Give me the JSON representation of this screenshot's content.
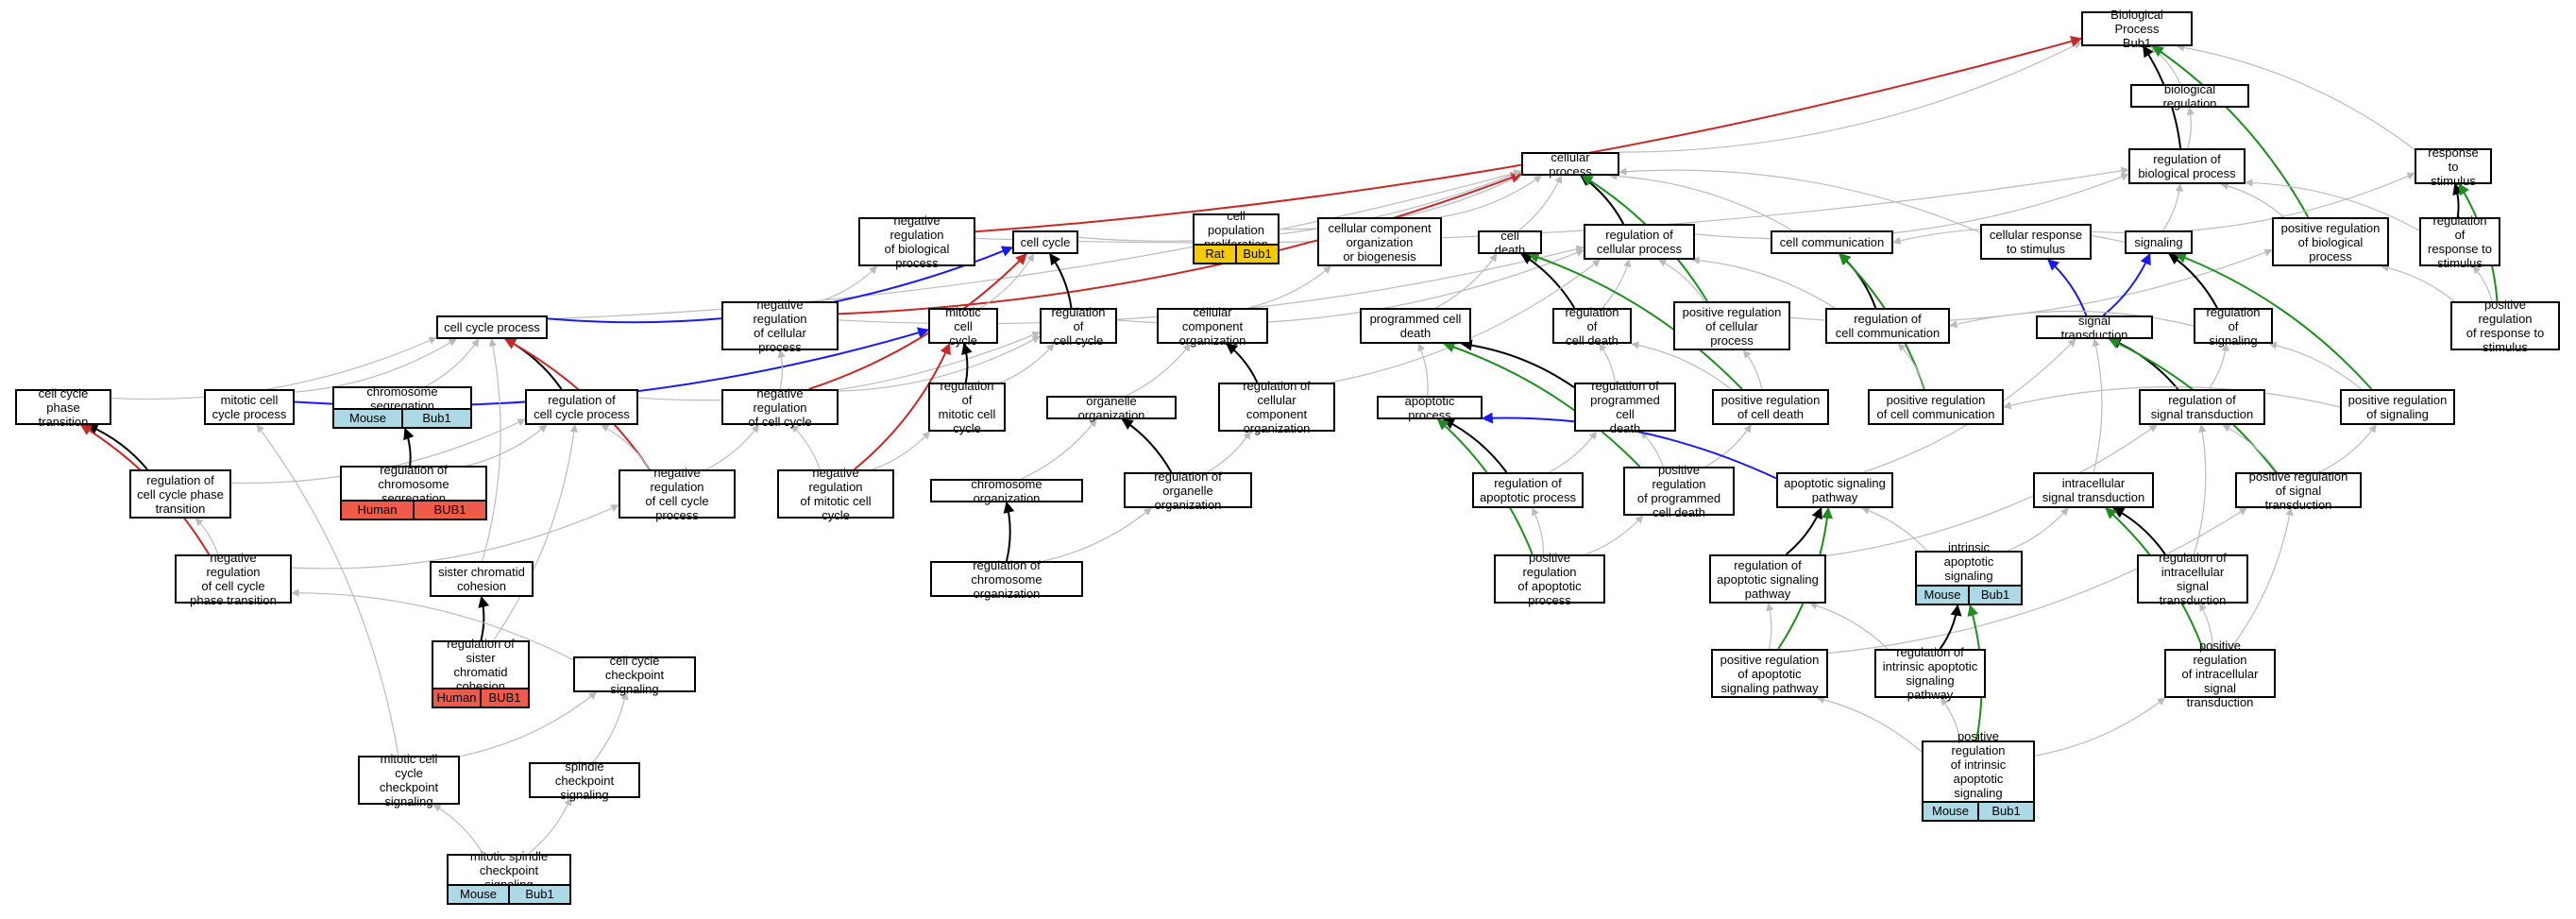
{
  "colors": {
    "is_a": "#bbbbbb",
    "regulates": "#000000",
    "negatively_regulates": "#c62828",
    "positively_regulates": "#1e8c1e",
    "part_of": "#1a1aee",
    "species_colors": {
      "Mouse": "#add8e6",
      "Human": "#ee5b49",
      "Rat": "#f7c900"
    }
  },
  "nodes": [
    {
      "id": "bp",
      "label": "Biological Process\nBub1"
    },
    {
      "id": "bioreg",
      "label": "biological regulation"
    },
    {
      "id": "regbp",
      "label": "regulation of\nbiological process"
    },
    {
      "id": "resp",
      "label": "response to\nstimulus"
    },
    {
      "id": "cellproc",
      "label": "cellular process"
    },
    {
      "id": "negregbp",
      "label": "negative regulation\nof biological\nprocess"
    },
    {
      "id": "cellcycle",
      "label": "cell cycle"
    },
    {
      "id": "cellpop",
      "label": "cell population\nproliferation",
      "tags": [
        "Rat",
        "Bub1"
      ]
    },
    {
      "id": "ccorg",
      "label": "cellular component\norganization\nor biogenesis"
    },
    {
      "id": "celldeath",
      "label": "cell death"
    },
    {
      "id": "regcellproc",
      "label": "regulation of\ncellular process"
    },
    {
      "id": "cellcomm",
      "label": "cell communication"
    },
    {
      "id": "cellresp",
      "label": "cellular response\nto stimulus"
    },
    {
      "id": "signaling",
      "label": "signaling"
    },
    {
      "id": "posregbp",
      "label": "positive regulation\nof biological\nprocess"
    },
    {
      "id": "regresp",
      "label": "regulation of\nresponse to\nstimulus"
    },
    {
      "id": "ccp",
      "label": "cell cycle process"
    },
    {
      "id": "negregcp",
      "label": "negative regulation\nof cellular\nprocess"
    },
    {
      "id": "mitcc",
      "label": "mitotic cell\ncycle"
    },
    {
      "id": "regcc",
      "label": "regulation of\ncell cycle"
    },
    {
      "id": "cco",
      "label": "cellular component\norganization"
    },
    {
      "id": "pcd",
      "label": "programmed cell\ndeath"
    },
    {
      "id": "regcd",
      "label": "regulation of\ncell death"
    },
    {
      "id": "posregcp",
      "label": "positive regulation\nof cellular\nprocess"
    },
    {
      "id": "regcomm",
      "label": "regulation of\ncell communication"
    },
    {
      "id": "sigtrans",
      "label": "signal transduction"
    },
    {
      "id": "regsig",
      "label": "regulation of\nsignaling"
    },
    {
      "id": "posregresp",
      "label": "positive regulation\nof response to\nstimulus"
    },
    {
      "id": "ccpt",
      "label": "cell cycle phase\ntransition"
    },
    {
      "id": "mitccp",
      "label": "mitotic cell\ncycle process"
    },
    {
      "id": "chrseg",
      "label": "chromosome segregation",
      "tags": [
        "Mouse",
        "Bub1"
      ]
    },
    {
      "id": "regccp",
      "label": "regulation of\ncell cycle process"
    },
    {
      "id": "negregcc",
      "label": "negative regulation\nof cell cycle"
    },
    {
      "id": "regmitcc",
      "label": "regulation of\nmitotic cell\ncycle"
    },
    {
      "id": "orgorg",
      "label": "organelle organization"
    },
    {
      "id": "regcco",
      "label": "regulation of\ncellular component\norganization"
    },
    {
      "id": "apop",
      "label": "apoptotic process"
    },
    {
      "id": "regpcd",
      "label": "regulation of\nprogrammed cell\ndeath"
    },
    {
      "id": "posregcd",
      "label": "positive regulation\nof cell death"
    },
    {
      "id": "posregcomm",
      "label": "positive regulation\nof cell communication"
    },
    {
      "id": "regst",
      "label": "regulation of\nsignal transduction"
    },
    {
      "id": "posregsig",
      "label": "positive regulation\nof signaling"
    },
    {
      "id": "regccpt",
      "label": "regulation of\ncell cycle phase\ntransition"
    },
    {
      "id": "regchrseg",
      "label": "regulation of\nchromosome segregation",
      "tags": [
        "Human",
        "BUB1"
      ]
    },
    {
      "id": "negregccp",
      "label": "negative regulation\nof cell cycle\nprocess"
    },
    {
      "id": "negregmitcc",
      "label": "negative regulation\nof mitotic cell\ncycle"
    },
    {
      "id": "chrorg",
      "label": "chromosome organization"
    },
    {
      "id": "regorgorg",
      "label": "regulation of\norganelle organization"
    },
    {
      "id": "regapop",
      "label": "regulation of\napoptotic process"
    },
    {
      "id": "posregpcd",
      "label": "positive regulation\nof programmed\ncell death"
    },
    {
      "id": "apopsig",
      "label": "apoptotic signaling\npathway"
    },
    {
      "id": "intsig",
      "label": "intracellular\nsignal transduction"
    },
    {
      "id": "posregst",
      "label": "positive regulation\nof signal transduction"
    },
    {
      "id": "negregccpt",
      "label": "negative regulation\nof cell cycle\nphase transition"
    },
    {
      "id": "scc",
      "label": "sister chromatid\ncohesion"
    },
    {
      "id": "regchrorg",
      "label": "regulation of\nchromosome organization"
    },
    {
      "id": "posregapop",
      "label": "positive regulation\nof apoptotic\nprocess"
    },
    {
      "id": "regapopsig",
      "label": "regulation of\napoptotic signaling\npathway"
    },
    {
      "id": "intapop",
      "label": "intrinsic apoptotic\nsignaling pathway",
      "tags": [
        "Mouse",
        "Bub1"
      ]
    },
    {
      "id": "regintsig",
      "label": "regulation of\nintracellular\nsignal transduction"
    },
    {
      "id": "regscc",
      "label": "regulation of\nsister chromatid\ncohesion",
      "tags": [
        "Human",
        "BUB1"
      ]
    },
    {
      "id": "cccs",
      "label": "cell cycle checkpoint\nsignaling"
    },
    {
      "id": "posregapopsig",
      "label": "positive regulation\nof apoptotic\nsignaling pathway"
    },
    {
      "id": "regintapop",
      "label": "regulation of\nintrinsic apoptotic\nsignaling pathway"
    },
    {
      "id": "posregintsig",
      "label": "positive regulation\nof intracellular\nsignal transduction"
    },
    {
      "id": "mitcccs",
      "label": "mitotic cell\ncycle checkpoint\nsignaling"
    },
    {
      "id": "spcs",
      "label": "spindle checkpoint\nsignaling"
    },
    {
      "id": "posregintapop",
      "label": "positive regulation\nof intrinsic\napoptotic signaling\npathway",
      "tags": [
        "Mouse",
        "Bub1"
      ]
    },
    {
      "id": "mitspcs",
      "label": "mitotic spindle\ncheckpoint signaling",
      "tags": [
        "Mouse",
        "Bub1"
      ]
    }
  ],
  "edges": [
    {
      "from": "bioreg",
      "to": "bp",
      "type": "is_a"
    },
    {
      "from": "regbp",
      "to": "bioreg",
      "type": "is_a"
    },
    {
      "from": "regbp",
      "to": "bp",
      "type": "regulates"
    },
    {
      "from": "resp",
      "to": "bp",
      "type": "is_a"
    },
    {
      "from": "cellproc",
      "to": "bp",
      "type": "is_a"
    },
    {
      "from": "negregbp",
      "to": "bp",
      "type": "negatively_regulates"
    },
    {
      "from": "negregbp",
      "to": "regbp",
      "type": "is_a"
    },
    {
      "from": "posregbp",
      "to": "bp",
      "type": "positively_regulates"
    },
    {
      "from": "posregbp",
      "to": "regbp",
      "type": "is_a"
    },
    {
      "from": "regresp",
      "to": "resp",
      "type": "regulates"
    },
    {
      "from": "regresp",
      "to": "regbp",
      "type": "is_a"
    },
    {
      "from": "posregresp",
      "to": "resp",
      "type": "positively_regulates"
    },
    {
      "from": "posregresp",
      "to": "regresp",
      "type": "is_a"
    },
    {
      "from": "posregresp",
      "to": "posregbp",
      "type": "is_a"
    },
    {
      "from": "cellcycle",
      "to": "cellproc",
      "type": "is_a"
    },
    {
      "from": "cellpop",
      "to": "cellproc",
      "type": "is_a"
    },
    {
      "from": "ccorg",
      "to": "cellproc",
      "type": "is_a"
    },
    {
      "from": "celldeath",
      "to": "cellproc",
      "type": "is_a"
    },
    {
      "from": "regcellproc",
      "to": "cellproc",
      "type": "regulates"
    },
    {
      "from": "regcellproc",
      "to": "regbp",
      "type": "is_a"
    },
    {
      "from": "cellcomm",
      "to": "cellproc",
      "type": "is_a"
    },
    {
      "from": "cellresp",
      "to": "cellproc",
      "type": "is_a"
    },
    {
      "from": "cellresp",
      "to": "resp",
      "type": "is_a"
    },
    {
      "from": "signaling",
      "to": "regbp",
      "type": "is_a"
    },
    {
      "from": "signaling",
      "to": "cellcomm",
      "type": "is_a"
    },
    {
      "from": "negregcp",
      "to": "cellproc",
      "type": "negatively_regulates"
    },
    {
      "from": "negregcp",
      "to": "regcellproc",
      "type": "is_a"
    },
    {
      "from": "negregcp",
      "to": "negregbp",
      "type": "is_a"
    },
    {
      "from": "posregcp",
      "to": "cellproc",
      "type": "positively_regulates"
    },
    {
      "from": "posregcp",
      "to": "regcellproc",
      "type": "is_a"
    },
    {
      "from": "posregcp",
      "to": "posregbp",
      "type": "is_a"
    },
    {
      "from": "ccp",
      "to": "cellproc",
      "type": "is_a"
    },
    {
      "from": "ccp",
      "to": "cellcycle",
      "type": "part_of"
    },
    {
      "from": "mitcc",
      "to": "cellcycle",
      "type": "is_a"
    },
    {
      "from": "regcc",
      "to": "cellcycle",
      "type": "regulates"
    },
    {
      "from": "regcc",
      "to": "regcellproc",
      "type": "is_a"
    },
    {
      "from": "cco",
      "to": "ccorg",
      "type": "is_a"
    },
    {
      "from": "pcd",
      "to": "celldeath",
      "type": "is_a"
    },
    {
      "from": "regcd",
      "to": "celldeath",
      "type": "regulates"
    },
    {
      "from": "regcd",
      "to": "regcellproc",
      "type": "is_a"
    },
    {
      "from": "regcomm",
      "to": "cellcomm",
      "type": "regulates"
    },
    {
      "from": "regcomm",
      "to": "regcellproc",
      "type": "is_a"
    },
    {
      "from": "sigtrans",
      "to": "signaling",
      "type": "part_of"
    },
    {
      "from": "sigtrans",
      "to": "cellresp",
      "type": "part_of"
    },
    {
      "from": "regsig",
      "to": "signaling",
      "type": "regulates"
    },
    {
      "from": "regsig",
      "to": "regcomm",
      "type": "is_a"
    },
    {
      "from": "mitccp",
      "to": "mitcc",
      "type": "part_of"
    },
    {
      "from": "mitccp",
      "to": "ccp",
      "type": "is_a"
    },
    {
      "from": "ccpt",
      "to": "ccp",
      "type": "is_a"
    },
    {
      "from": "chrseg",
      "to": "ccp",
      "type": "is_a"
    },
    {
      "from": "regccp",
      "to": "ccp",
      "type": "regulates"
    },
    {
      "from": "regccp",
      "to": "regcc",
      "type": "is_a"
    },
    {
      "from": "negregcc",
      "to": "cellcycle",
      "type": "negatively_regulates"
    },
    {
      "from": "negregcc",
      "to": "regcc",
      "type": "is_a"
    },
    {
      "from": "negregcc",
      "to": "negregcp",
      "type": "is_a"
    },
    {
      "from": "regmitcc",
      "to": "mitcc",
      "type": "regulates"
    },
    {
      "from": "regmitcc",
      "to": "regcc",
      "type": "is_a"
    },
    {
      "from": "orgorg",
      "to": "cco",
      "type": "is_a"
    },
    {
      "from": "regcco",
      "to": "cco",
      "type": "regulates"
    },
    {
      "from": "regcco",
      "to": "regcellproc",
      "type": "is_a"
    },
    {
      "from": "apop",
      "to": "pcd",
      "type": "is_a"
    },
    {
      "from": "regpcd",
      "to": "pcd",
      "type": "regulates"
    },
    {
      "from": "regpcd",
      "to": "regcd",
      "type": "is_a"
    },
    {
      "from": "posregcd",
      "to": "celldeath",
      "type": "positively_regulates"
    },
    {
      "from": "posregcd",
      "to": "regcd",
      "type": "is_a"
    },
    {
      "from": "posregcd",
      "to": "posregcp",
      "type": "is_a"
    },
    {
      "from": "posregcomm",
      "to": "cellcomm",
      "type": "positively_regulates"
    },
    {
      "from": "posregcomm",
      "to": "regcomm",
      "type": "is_a"
    },
    {
      "from": "regst",
      "to": "sigtrans",
      "type": "regulates"
    },
    {
      "from": "regst",
      "to": "regsig",
      "type": "is_a"
    },
    {
      "from": "posregsig",
      "to": "signaling",
      "type": "positively_regulates"
    },
    {
      "from": "posregsig",
      "to": "regsig",
      "type": "is_a"
    },
    {
      "from": "posregsig",
      "to": "posregcomm",
      "type": "is_a"
    },
    {
      "from": "regccpt",
      "to": "ccpt",
      "type": "regulates"
    },
    {
      "from": "regccpt",
      "to": "regccp",
      "type": "is_a"
    },
    {
      "from": "regchrseg",
      "to": "chrseg",
      "type": "regulates"
    },
    {
      "from": "regchrseg",
      "to": "regccp",
      "type": "is_a"
    },
    {
      "from": "negregccp",
      "to": "ccp",
      "type": "negatively_regulates"
    },
    {
      "from": "negregccp",
      "to": "regccp",
      "type": "is_a"
    },
    {
      "from": "negregccp",
      "to": "negregcc",
      "type": "is_a"
    },
    {
      "from": "negregmitcc",
      "to": "mitcc",
      "type": "negatively_regulates"
    },
    {
      "from": "negregmitcc",
      "to": "regmitcc",
      "type": "is_a"
    },
    {
      "from": "negregmitcc",
      "to": "negregcc",
      "type": "is_a"
    },
    {
      "from": "chrorg",
      "to": "orgorg",
      "type": "is_a"
    },
    {
      "from": "regorgorg",
      "to": "orgorg",
      "type": "regulates"
    },
    {
      "from": "regorgorg",
      "to": "regcco",
      "type": "is_a"
    },
    {
      "from": "regapop",
      "to": "apop",
      "type": "regulates"
    },
    {
      "from": "regapop",
      "to": "regpcd",
      "type": "is_a"
    },
    {
      "from": "posregpcd",
      "to": "pcd",
      "type": "positively_regulates"
    },
    {
      "from": "posregpcd",
      "to": "regpcd",
      "type": "is_a"
    },
    {
      "from": "posregpcd",
      "to": "posregcd",
      "type": "is_a"
    },
    {
      "from": "apopsig",
      "to": "apop",
      "type": "part_of"
    },
    {
      "from": "apopsig",
      "to": "sigtrans",
      "type": "is_a"
    },
    {
      "from": "intsig",
      "to": "sigtrans",
      "type": "is_a"
    },
    {
      "from": "posregst",
      "to": "sigtrans",
      "type": "positively_regulates"
    },
    {
      "from": "posregst",
      "to": "regst",
      "type": "is_a"
    },
    {
      "from": "posregst",
      "to": "posregsig",
      "type": "is_a"
    },
    {
      "from": "negregccpt",
      "to": "ccpt",
      "type": "negatively_regulates"
    },
    {
      "from": "negregccpt",
      "to": "regccpt",
      "type": "is_a"
    },
    {
      "from": "negregccpt",
      "to": "negregccp",
      "type": "is_a"
    },
    {
      "from": "scc",
      "to": "ccp",
      "type": "is_a"
    },
    {
      "from": "regchrorg",
      "to": "chrorg",
      "type": "regulates"
    },
    {
      "from": "regchrorg",
      "to": "regorgorg",
      "type": "is_a"
    },
    {
      "from": "posregapop",
      "to": "apop",
      "type": "positively_regulates"
    },
    {
      "from": "posregapop",
      "to": "regapop",
      "type": "is_a"
    },
    {
      "from": "posregapop",
      "to": "posregpcd",
      "type": "is_a"
    },
    {
      "from": "regapopsig",
      "to": "apopsig",
      "type": "regulates"
    },
    {
      "from": "regapopsig",
      "to": "regst",
      "type": "is_a"
    },
    {
      "from": "intapop",
      "to": "apopsig",
      "type": "is_a"
    },
    {
      "from": "intapop",
      "to": "intsig",
      "type": "is_a"
    },
    {
      "from": "regintsig",
      "to": "intsig",
      "type": "regulates"
    },
    {
      "from": "regintsig",
      "to": "regst",
      "type": "is_a"
    },
    {
      "from": "regscc",
      "to": "scc",
      "type": "regulates"
    },
    {
      "from": "regscc",
      "to": "regccp",
      "type": "is_a"
    },
    {
      "from": "cccs",
      "to": "negregccpt",
      "type": "is_a"
    },
    {
      "from": "posregapopsig",
      "to": "apopsig",
      "type": "positively_regulates"
    },
    {
      "from": "posregapopsig",
      "to": "regapopsig",
      "type": "is_a"
    },
    {
      "from": "posregapopsig",
      "to": "posregst",
      "type": "is_a"
    },
    {
      "from": "regintapop",
      "to": "intapop",
      "type": "regulates"
    },
    {
      "from": "regintapop",
      "to": "regapopsig",
      "type": "is_a"
    },
    {
      "from": "posregintsig",
      "to": "intsig",
      "type": "positively_regulates"
    },
    {
      "from": "posregintsig",
      "to": "regintsig",
      "type": "is_a"
    },
    {
      "from": "posregintsig",
      "to": "posregst",
      "type": "is_a"
    },
    {
      "from": "mitcccs",
      "to": "cccs",
      "type": "is_a"
    },
    {
      "from": "mitcccs",
      "to": "mitccp",
      "type": "is_a"
    },
    {
      "from": "spcs",
      "to": "cccs",
      "type": "is_a"
    },
    {
      "from": "posregintapop",
      "to": "intapop",
      "type": "positively_regulates"
    },
    {
      "from": "posregintapop",
      "to": "regintapop",
      "type": "is_a"
    },
    {
      "from": "posregintapop",
      "to": "posregapopsig",
      "type": "is_a"
    },
    {
      "from": "posregintapop",
      "to": "posregintsig",
      "type": "is_a"
    },
    {
      "from": "mitspcs",
      "to": "mitcccs",
      "type": "is_a"
    },
    {
      "from": "mitspcs",
      "to": "spcs",
      "type": "is_a"
    }
  ]
}
